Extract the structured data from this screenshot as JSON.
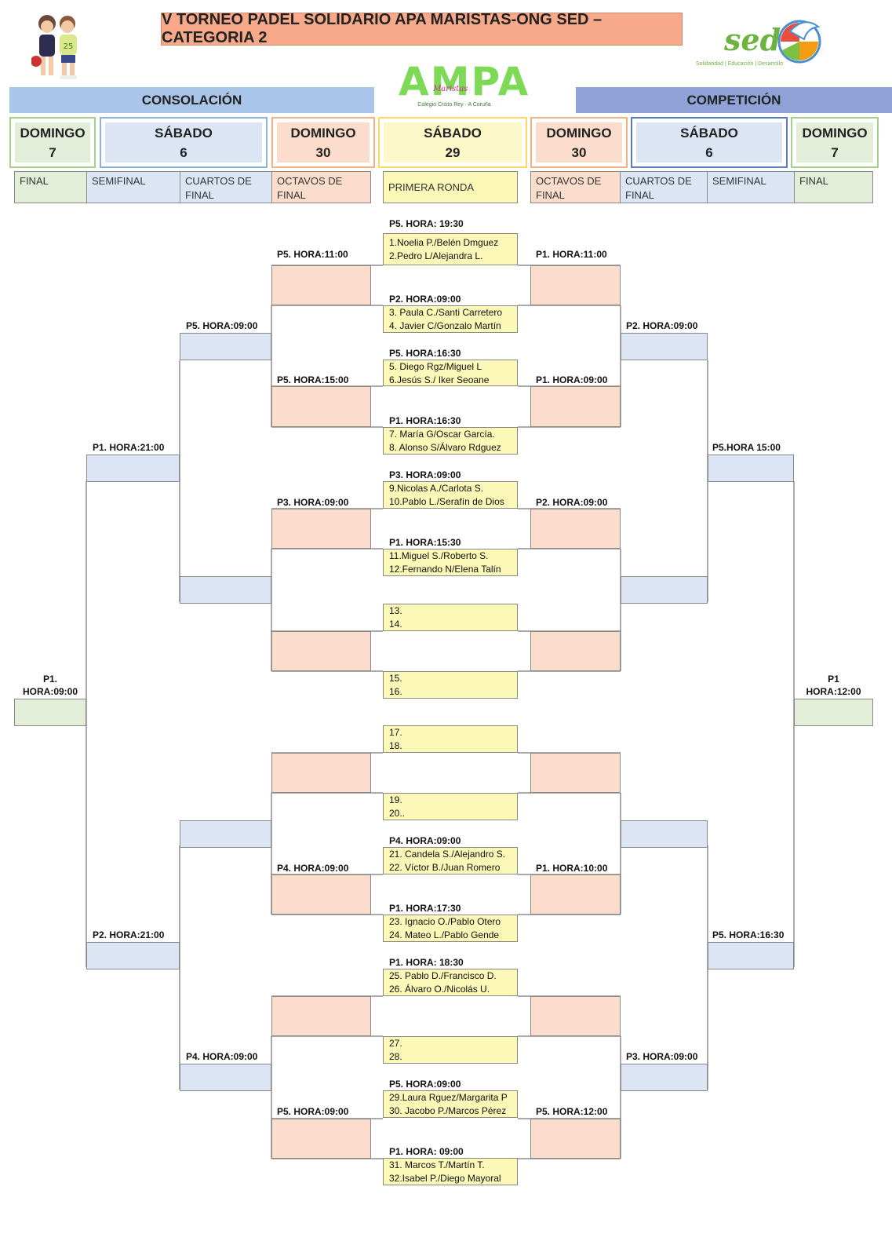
{
  "title": "V TORNEO PADEL SOLIDARIO APA MARISTAS-ONG SED – CATEGORIA 2",
  "sections": {
    "consolacion": "CONSOLACIÓN",
    "competicion": "COMPETICIÓN"
  },
  "logos": {
    "ampa": "AMPA",
    "ampa_script": "Maristas",
    "ampa_sub": "Colegio Cristo Rey · A Coruña",
    "sed": "sed",
    "sed_sub": "Solidaridad | Educación | Desarrollo"
  },
  "days": [
    {
      "name": "DOMINGO",
      "num": "7"
    },
    {
      "name": "SÁBADO",
      "num": "6"
    },
    {
      "name": "DOMINGO",
      "num": "30"
    },
    {
      "name": "SÁBADO",
      "num": "29"
    },
    {
      "name": "DOMINGO",
      "num": "30"
    },
    {
      "name": "SÁBADO",
      "num": "6"
    },
    {
      "name": "DOMINGO",
      "num": "7"
    }
  ],
  "rounds": [
    "FINAL",
    "SEMIFINAL",
    "CUARTOS DE FINAL",
    "OCTAVOS DE FINAL",
    "PRIMERA RONDA",
    "OCTAVOS DE FINAL",
    "CUARTOS DE FINAL",
    "SEMIFINAL",
    "FINAL"
  ],
  "first_round": [
    {
      "header": "P5.   HORA: 19:30",
      "l1": "1.Noelia P./Belén Dmguez",
      "l2": "2.Pedro L/Alejandra L."
    },
    {
      "header": "P2.   HORA:09:00",
      "l1": "3. Paula C./Santi Carretero",
      "l2": "4. Javier C/Gonzalo Martín"
    },
    {
      "header": "P5.   HORA:16:30",
      "l1": "5. Diego Rgz/Miguel L",
      "l2": "6.Jesús S./ Iker Seoane"
    },
    {
      "header": "P1.   HORA:16:30",
      "l1": "7. María G/Oscar García.",
      "l2": "8. Alonso S/Álvaro Rdguez"
    },
    {
      "header": "P3.   HORA:09:00",
      "l1": "9.Nicolas A./Carlota S.",
      "l2": "10.Pablo L./Serafín de Dios"
    },
    {
      "header": "P1.   HORA:15:30",
      "l1": "11.Miguel S./Roberto S.",
      "l2": "12.Fernando N/Elena Talín"
    },
    {
      "header": "",
      "l1": "13.",
      "l2": "14."
    },
    {
      "header": "",
      "l1": "15.",
      "l2": "16."
    },
    {
      "header": "",
      "l1": "17.",
      "l2": "18."
    },
    {
      "header": "",
      "l1": "19.",
      "l2": "20.."
    },
    {
      "header": "P4.   HORA:09:00",
      "l1": "21. Candela S./Alejandro S.",
      "l2": "22. Víctor B./Juan Romero"
    },
    {
      "header": "P1.   HORA:17:30",
      "l1": "23.  Ignacio O./Pablo Otero",
      "l2": "24. Mateo L./Pablo Gende"
    },
    {
      "header": "P1.   HORA: 18:30",
      "l1": "25. Pablo D./Francisco D.",
      "l2": "26. Álvaro O./Nicolás U."
    },
    {
      "header": "",
      "l1": "27.",
      "l2": "28."
    },
    {
      "header": "P5.   HORA:09:00",
      "l1": "29.Laura Rguez/Margarita P",
      "l2": "30. Jacobo P./Marcos Pérez"
    },
    {
      "header": "P1.   HORA: 09:00",
      "l1": "31. Marcos T./Martín T.",
      "l2": "32.Isabel P./Diego Mayoral"
    }
  ],
  "labels": {
    "c_oct_1": "P5.   HORA:11:00",
    "c_oct_2": "P5.   HORA:15:00",
    "c_oct_3": "P3.   HORA:09:00",
    "c_oct_5": "P4.   HORA:09:00",
    "c_oct_8": "P5.   HORA:09:00",
    "c_qf_1": "P5.   HORA:09:00",
    "c_qf_4": "P4.   HORA:09:00",
    "c_sf_1": "P1.   HORA:21:00",
    "c_sf_2": "P2.   HORA:21:00",
    "c_final_1": "P1.",
    "c_final_2": "HORA:09:00",
    "k_oct_1": "P1.   HORA:11:00",
    "k_oct_2": "P1.   HORA:09:00",
    "k_oct_3": "P2.   HORA:09:00",
    "k_oct_6": "P1.   HORA:10:00",
    "k_oct_8": "P5.   HORA:12:00",
    "k_qf_1": "P2.  HORA:09:00",
    "k_qf_4": "P3.  HORA:09:00",
    "k_sf_1": "P5.HORA 15:00",
    "k_sf_2": "P5.  HORA:16:30",
    "k_final_1": "P1",
    "k_final_2": "HORA:12:00"
  },
  "colors": {
    "title_bg": "#f7a98a",
    "consolacion_bg": "#a9c6e8",
    "competicion_bg": "#8fa3d9",
    "final_green": "#e3eed8",
    "sabado_blue": "#dbe5f4",
    "domingo_peach": "#fcdcca",
    "primera_yellow": "#fcf8b8",
    "ampa_green": "#7ed957"
  }
}
